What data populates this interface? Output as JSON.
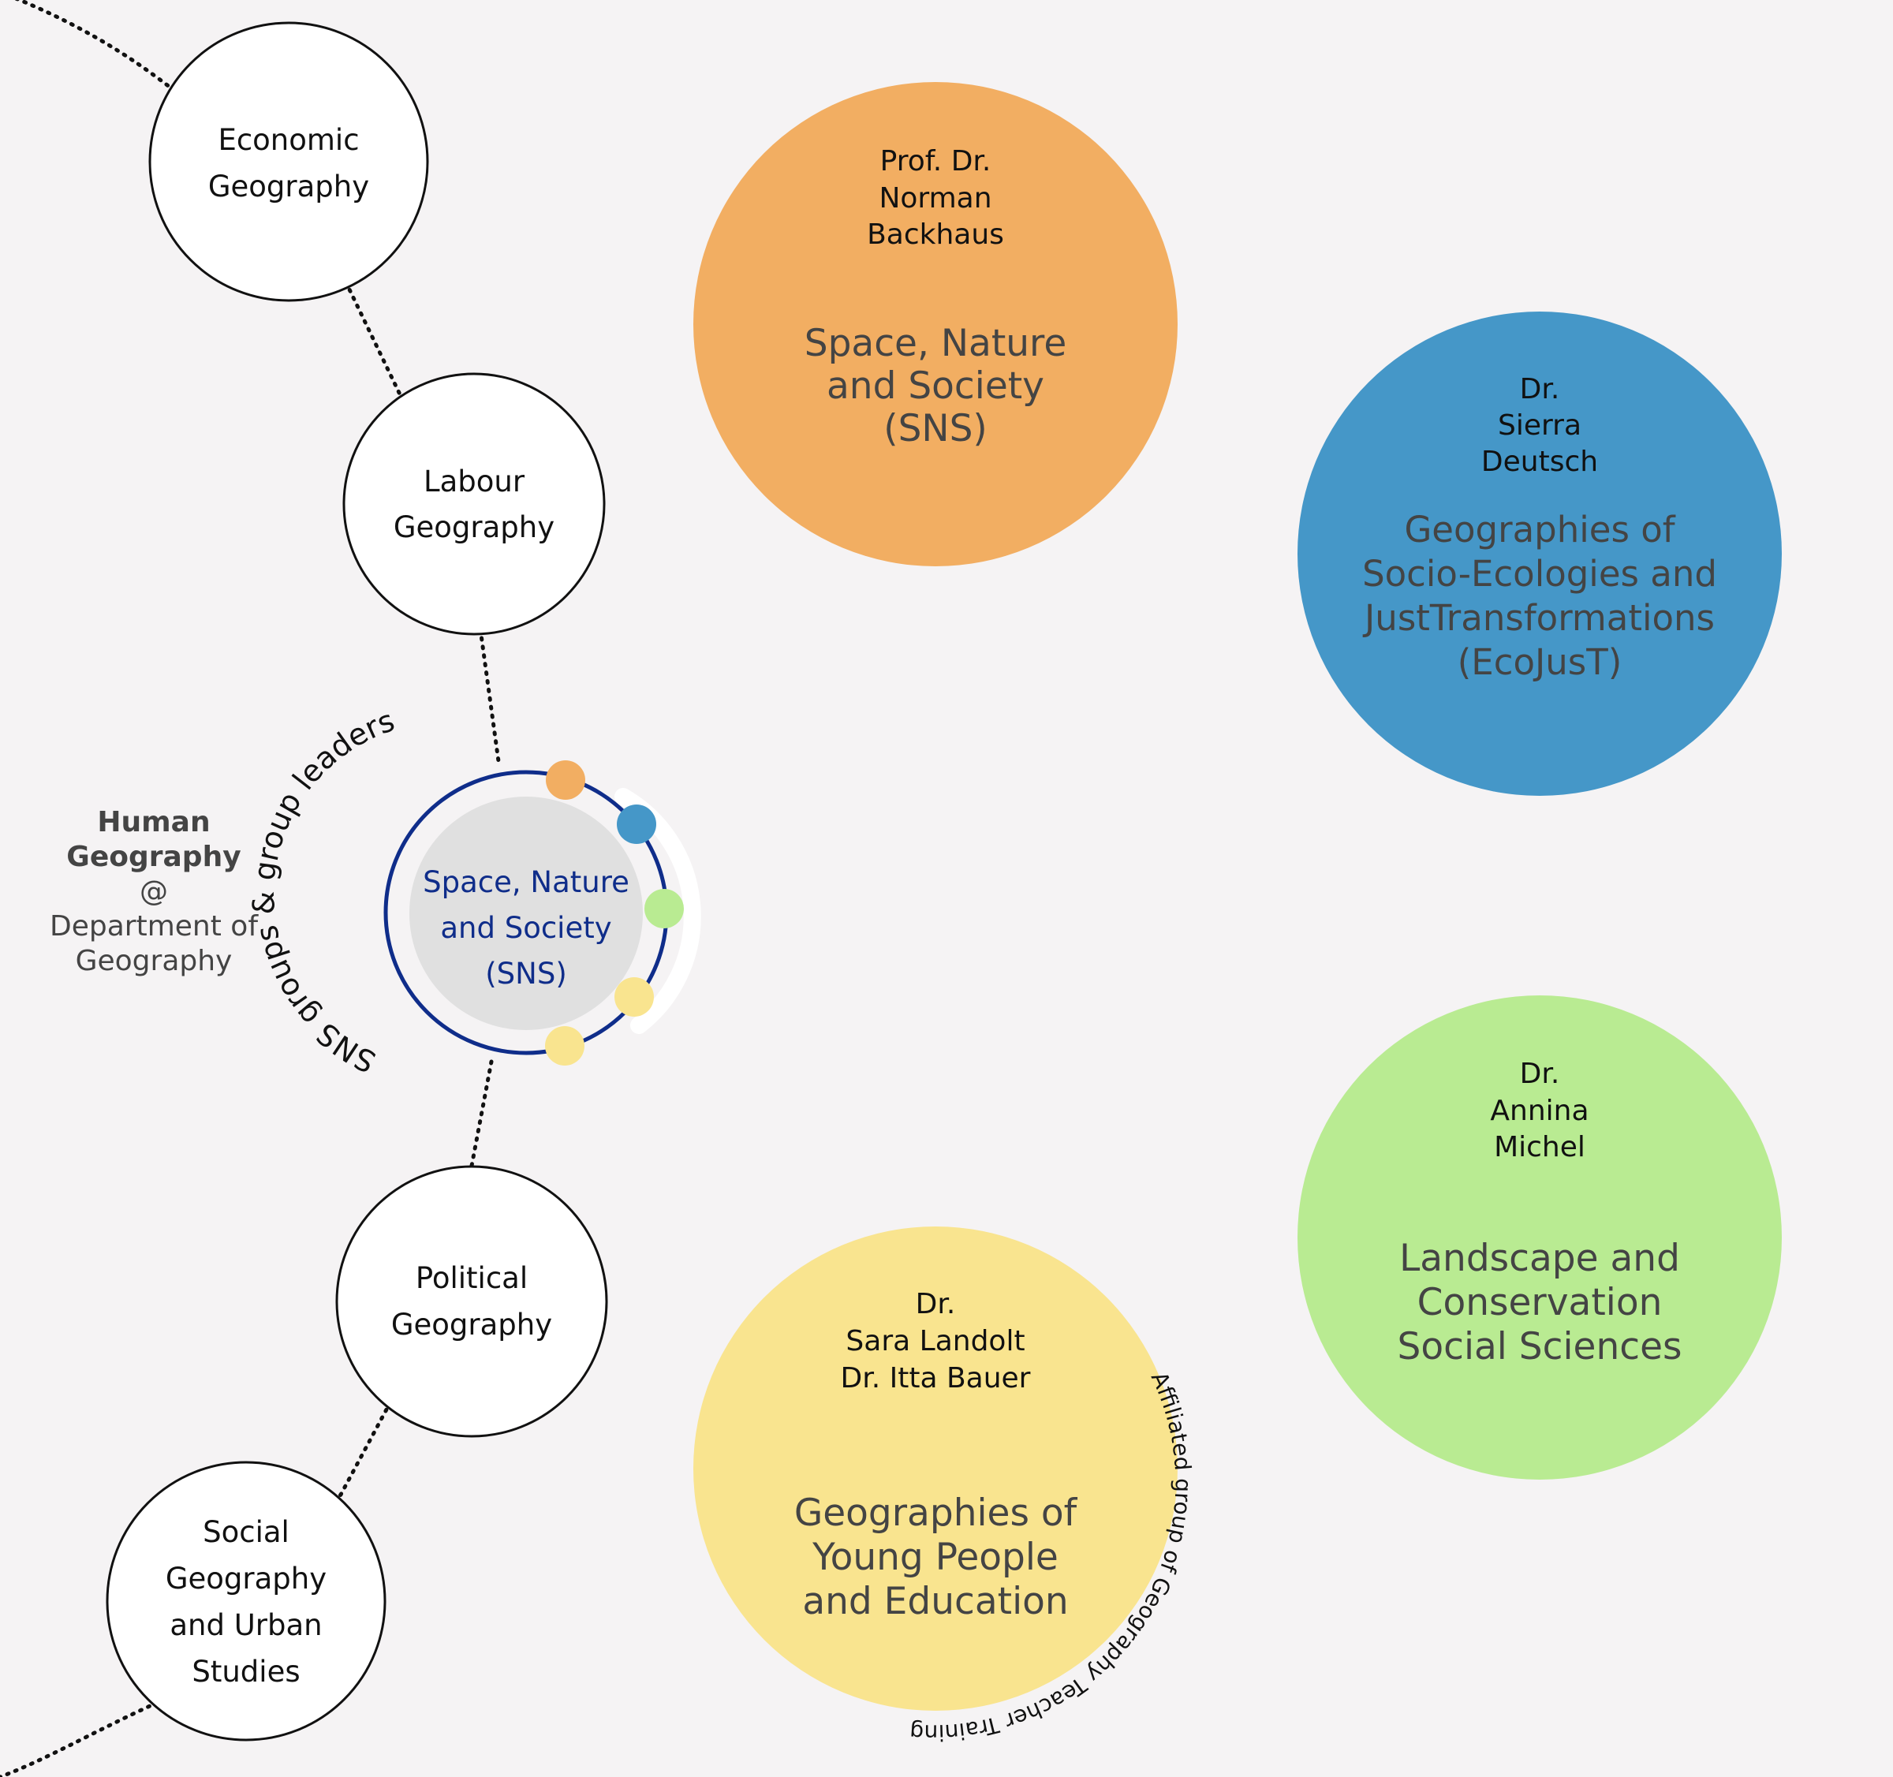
{
  "center": {
    "title": "Human Geography",
    "at": "@",
    "subtitle": "Department of Geography"
  },
  "ring_nodes": [
    {
      "label": "Economic Geography"
    },
    {
      "label": "Labour Geography"
    },
    {
      "label": "Political Geography"
    },
    {
      "label": "Social Geography and Urban Studies"
    }
  ],
  "sns_hub": {
    "label": "Space, Nature and Society (SNS)",
    "arc_label": "SNS groups & group leaders",
    "colors": {
      "ring": "#0f2d8a",
      "label": "#0f2d8a",
      "fill": "#e0e0e0"
    }
  },
  "groups": [
    {
      "leader": "Prof. Dr. Norman Backhaus",
      "name": "Space, Nature and Society (SNS)",
      "color": "#f2ae62"
    },
    {
      "leader": "Dr. Sierra Deutsch",
      "name": "Geographies of Socio-Ecologies and JustTransformations (EcoJusT)",
      "color": "#4597c8"
    },
    {
      "leader": "Dr. Annina Michel",
      "name": "Landscape and Conservation Social Sciences",
      "color": "#b9eb92"
    },
    {
      "leader": "Dr. Sara Landolt Dr. Itta Bauer",
      "name": "Geographies of Young People and Education",
      "color": "#f9e48f",
      "affiliation": "Affiliated group of Geography Teacher Training"
    }
  ]
}
